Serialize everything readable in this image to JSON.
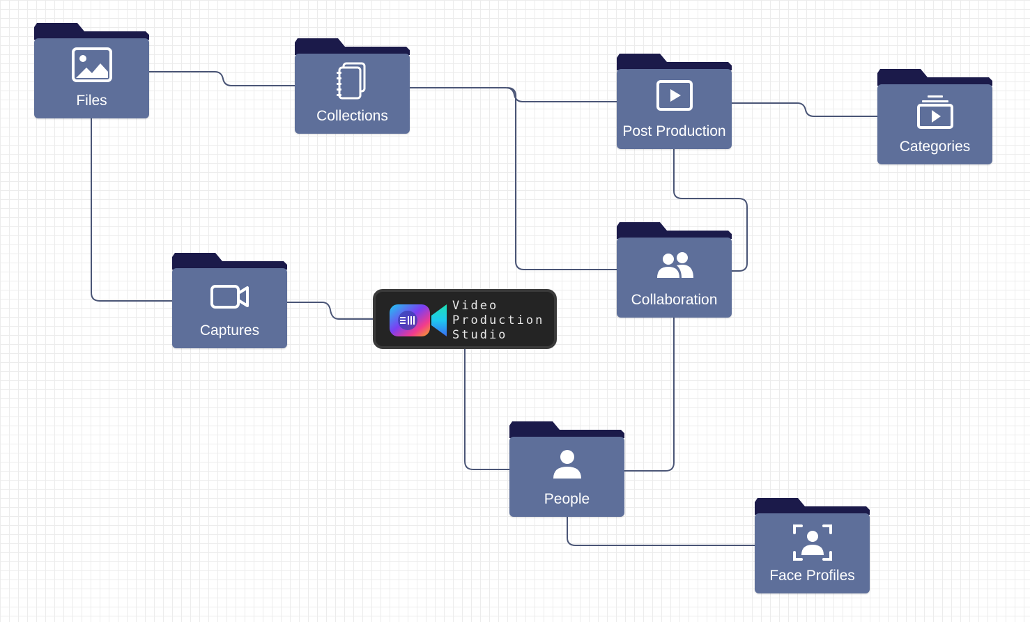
{
  "nodes": {
    "files": "Files",
    "collections": "Collections",
    "post_production": "Post Production",
    "categories": "Categories",
    "captures": "Captures",
    "collaboration": "Collaboration",
    "people": "People",
    "face_profiles": "Face Profiles"
  },
  "logo": {
    "line1": "Video",
    "line2": "Production",
    "line3": "Studio"
  },
  "colors": {
    "folder_body": "#5e6f9a",
    "folder_tab": "#1b1a4a",
    "connector": "#4a5576",
    "logo_background": "#242424"
  },
  "icons": {
    "files": "image-icon",
    "collections": "stacked-pages-icon",
    "post_production": "play-screen-icon",
    "categories": "playlist-icon",
    "captures": "video-camera-icon",
    "collaboration": "users-icon",
    "people": "user-icon",
    "face_profiles": "face-recognition-icon"
  }
}
